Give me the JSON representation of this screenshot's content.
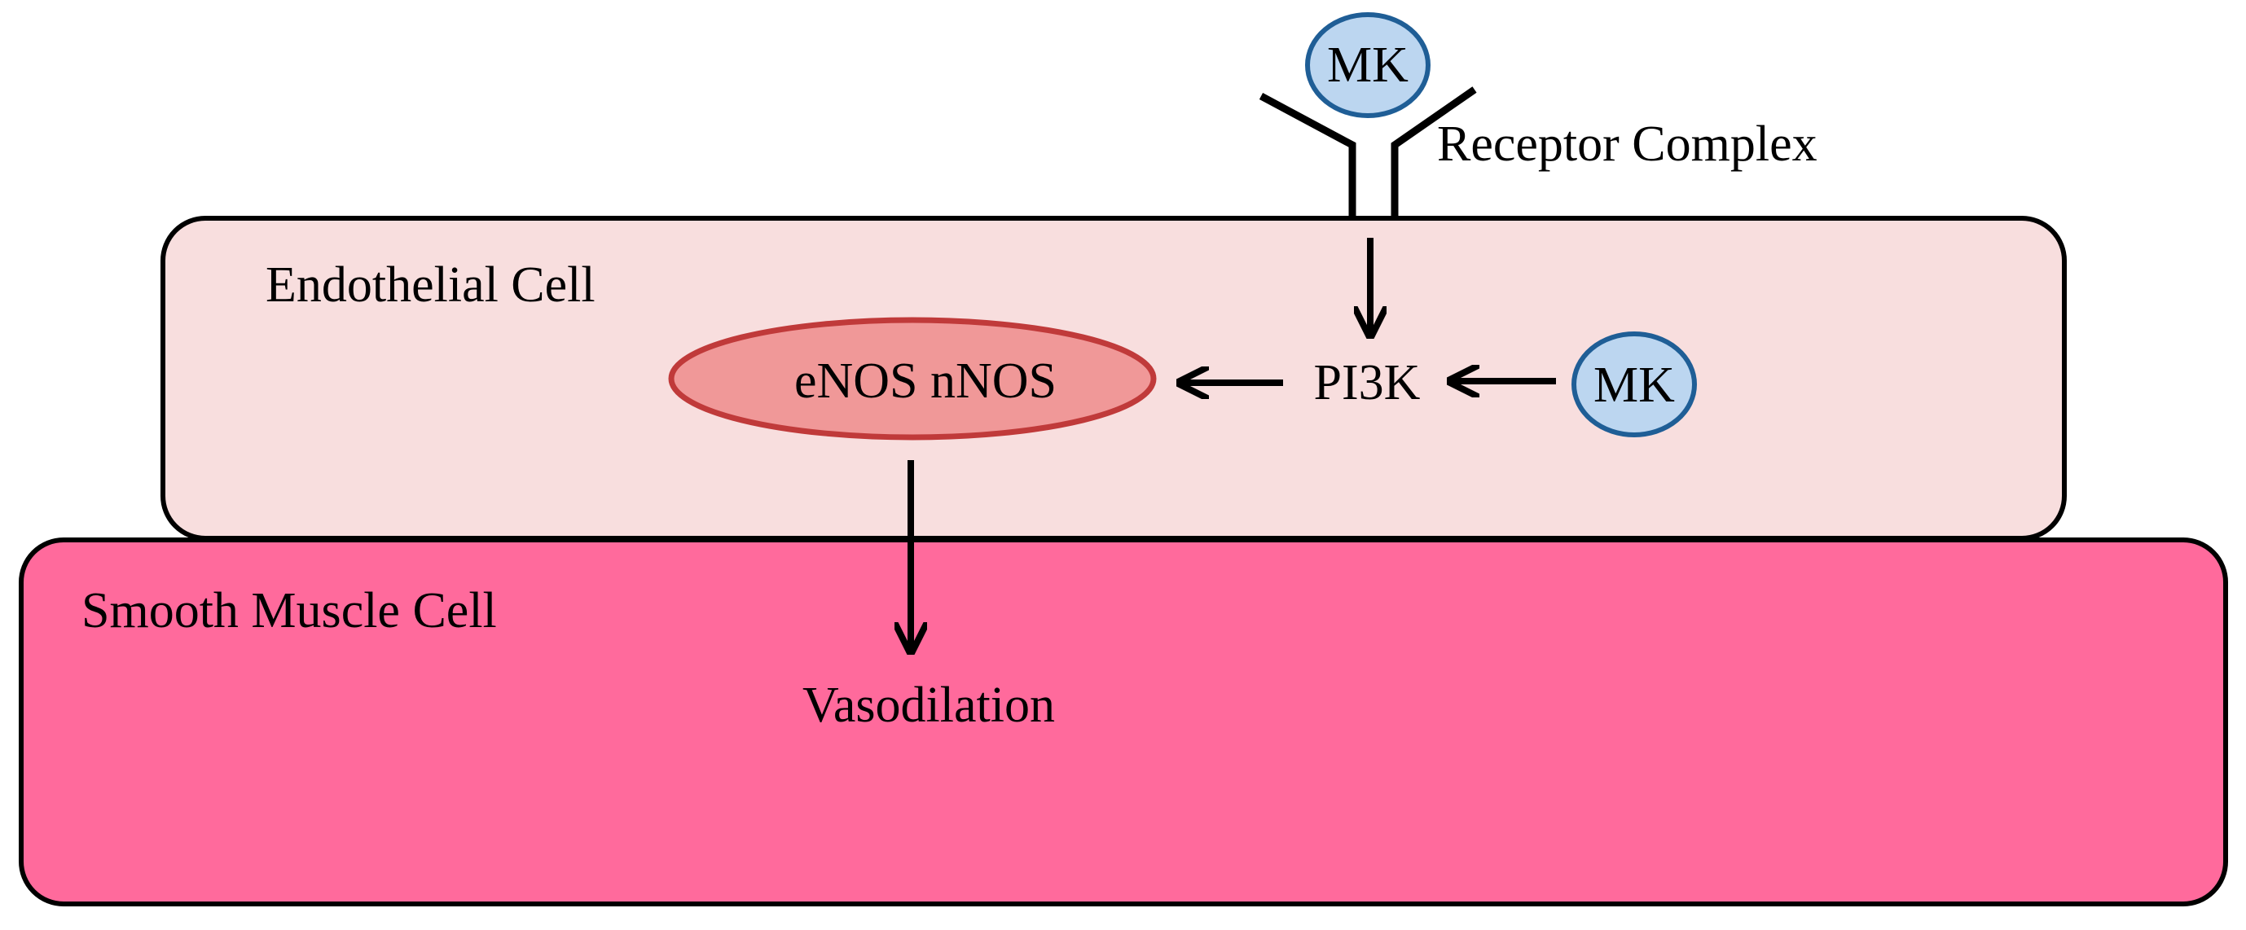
{
  "diagram": {
    "receptor_label": "Receptor Complex",
    "endothelial_label": "Endothelial Cell",
    "smooth_muscle_label": "Smooth Muscle Cell",
    "ligand_top": "MK",
    "ligand_right": "MK",
    "pi3k_label": "PI3K",
    "enos_label": "eNOS nNOS",
    "outcome_label": "Vasodilation"
  },
  "colors": {
    "endothelial_fill": "#f8dede",
    "smooth_muscle_fill": "#ff6a9c",
    "ellipse_fill": "#f09898",
    "ellipse_stroke": "#c03a3a",
    "mk_fill": "#bcd6f0",
    "mk_stroke": "#1f5e96",
    "line": "#000000"
  }
}
